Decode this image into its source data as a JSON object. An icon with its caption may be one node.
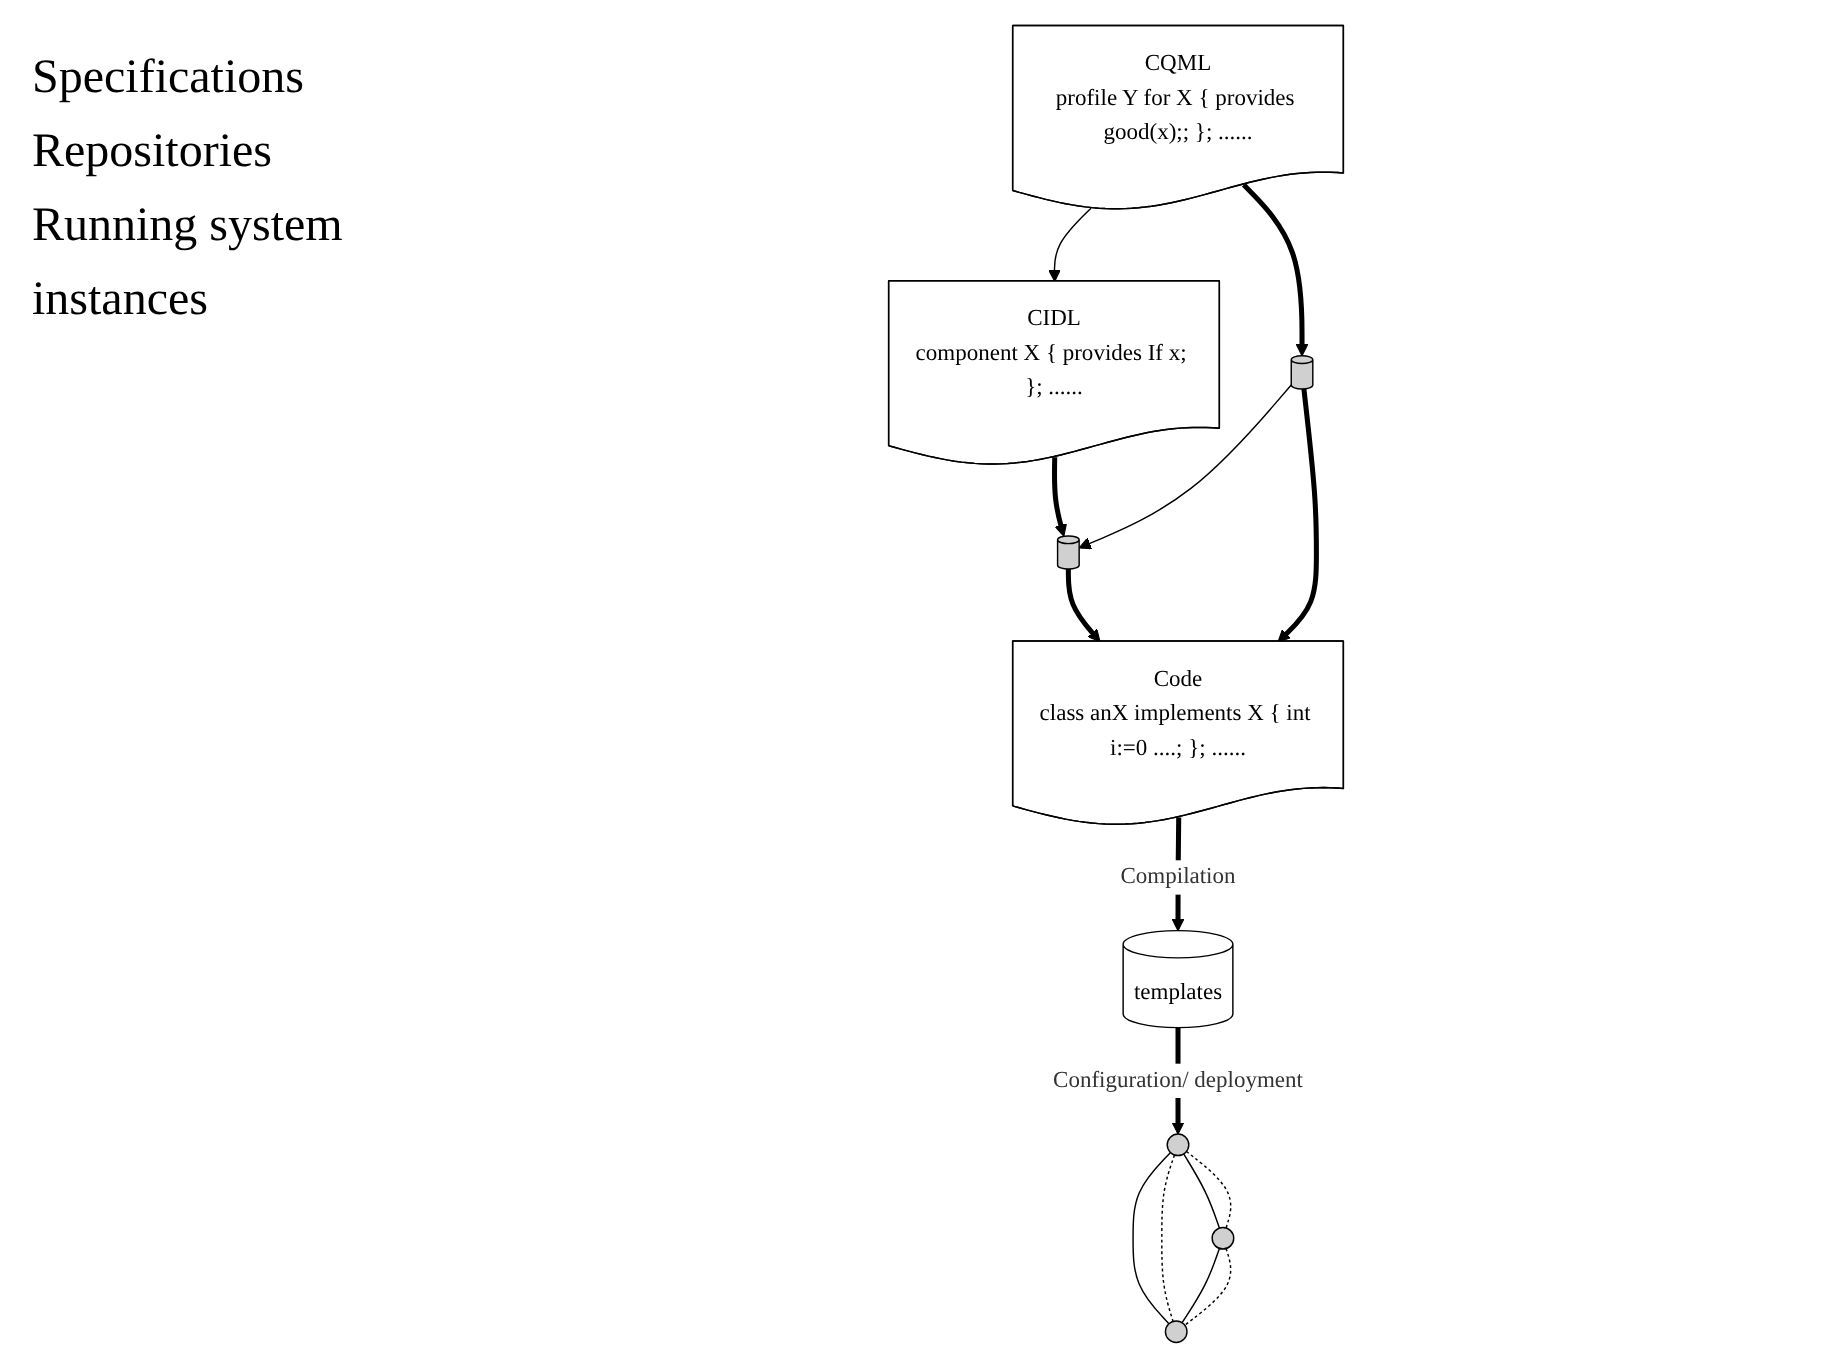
{
  "diagram": {
    "nodes": [
      {
        "text": [
          "CIDL",
          "component X { provides If x; }; ......"
        ]
      },
      {
        "text": [
          "CQML",
          "profile Y for X { provides good(x);; }; ......"
        ]
      },
      {
        "text": [],
        "shape": "cylinder"
      },
      {
        "text": [],
        "shape": "cylinder"
      },
      {
        "text": [
          "Code",
          "class anX implements X { int i:=0 ....; }; ......"
        ]
      },
      {
        "text": [
          "templates"
        ]
      },
      {
        "text": [],
        "shape": "circle"
      },
      {
        "text": [],
        "shape": "circle"
      },
      {
        "text": [],
        "shape": "circle"
      }
    ],
    "edges": [
      {
        "from": 1,
        "to": 0,
        "arrow": "to"
      },
      {
        "from": 0,
        "to": 2,
        "arrow": "to",
        "style": "thick"
      },
      {
        "from": 1,
        "to": 3,
        "arrow": "to",
        "style": "thick"
      },
      {
        "from": 3,
        "to": 2,
        "arrow": "to"
      },
      {
        "from": 2,
        "to": 4,
        "arrow": "to",
        "style": "thick"
      },
      {
        "from": 3,
        "to": 4,
        "arrow": "to",
        "style": "thick"
      },
      {
        "from": 4,
        "to": 5,
        "arrow": "to",
        "style": "thick",
        "label": "Compilation"
      },
      {
        "from": 5,
        "to": 6,
        "arrow": "to",
        "style": "thick",
        "label": "Configuration/ deployment"
      },
      {
        "from": 6,
        "to": 7,
        "arrow": "none"
      },
      {
        "from": 6,
        "to": 7,
        "arrow": "none",
        "style": "dashed"
      },
      {
        "from": 6,
        "to": 8,
        "arrow": "none"
      },
      {
        "from": 6,
        "to": 8,
        "arrow": "none",
        "style": "dashed"
      },
      {
        "from": 7,
        "to": 8,
        "arrow": "none"
      },
      {
        "from": 7,
        "to": 8,
        "arrow": "none",
        "style": "dashed"
      }
    ],
    "labels": [
      "Specifications",
      "Repositories",
      "Running system",
      "instances"
    ]
  }
}
